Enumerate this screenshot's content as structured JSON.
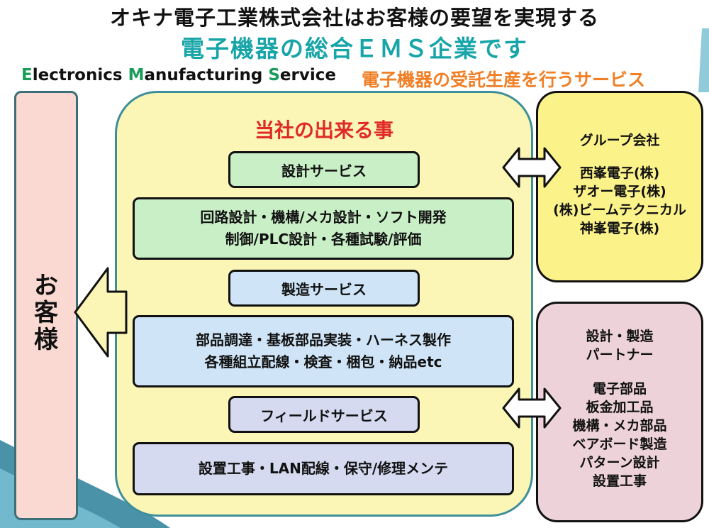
{
  "header": {
    "title_line1": "オキナ電子工業株式会社はお客様の要望を実現する",
    "title_line2": "電子機器の総合ＥＭＳ企業です",
    "ems_english": [
      {
        "cap": "E",
        "rest": "lectronics "
      },
      {
        "cap": "M",
        "rest": "anufacturing "
      },
      {
        "cap": "S",
        "rest": "ervice"
      }
    ],
    "ems_japanese": "電子機器の受託生産を行うサービス"
  },
  "customer": {
    "label_chars": [
      "お",
      "客",
      "様"
    ]
  },
  "main": {
    "heading": "当社の出来る事",
    "design_label": "設計サービス",
    "design_content": [
      "回路設計・機構/メカ設計・ソフト開発",
      "制御/PLC設計・各種試験/評価"
    ],
    "manufacturing_label": "製造サービス",
    "manufacturing_content": [
      "部品調達・基板部品実装・ハーネス製作",
      "各種組立配線・検査・梱包・納品etc"
    ],
    "field_label": "フィールドサービス",
    "field_content": "設置工事・LAN配線・保守/修理メンテ"
  },
  "group": {
    "heading": "グループ会社",
    "companies": [
      "西峯電子(株)",
      "ザオー電子(株)",
      "(株)ビームテクニカル",
      "神峯電子(株)"
    ]
  },
  "partners": {
    "heading": [
      "設計・製造",
      "パートナー"
    ],
    "items": [
      "電子部品",
      "板金加工品",
      "機構・メカ部品",
      "ベアボード製造",
      "パターン設計",
      "設置工事"
    ]
  },
  "colors": {
    "title_teal": "#17a5a8",
    "heading_red": "#e02a28",
    "ems_orange": "#f07f25",
    "ems_green": "#1a9c5a",
    "main_panel": "#fbf6b5",
    "group_panel": "#fbf28a",
    "partner_panel": "#edd3d9",
    "customer_panel": "#f9d9d2"
  }
}
